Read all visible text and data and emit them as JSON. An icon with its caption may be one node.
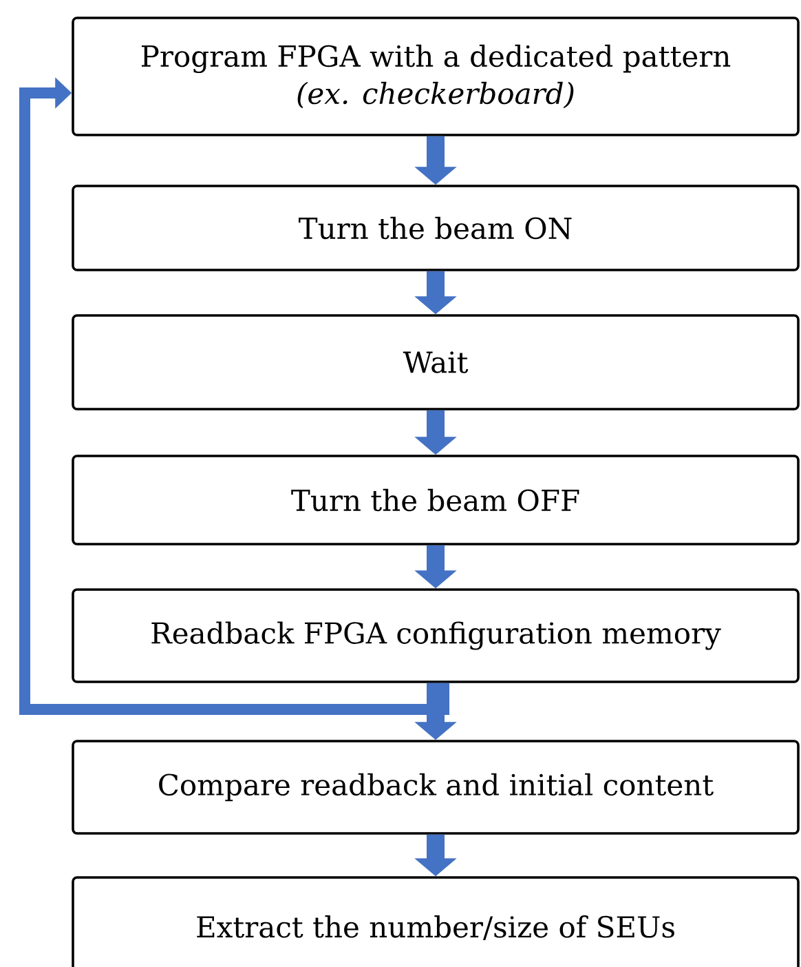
{
  "diagram": {
    "nodes": [
      {
        "text": [
          "Program FPGA with a dedicated pattern",
          "(ex. checkerboard)"
        ]
      },
      {
        "text": [
          "Turn the beam ON"
        ]
      },
      {
        "text": [
          "Wait"
        ]
      },
      {
        "text": [
          "Turn the beam OFF"
        ]
      },
      {
        "text": [
          "Readback FPGA configuration memory"
        ]
      },
      {
        "text": [
          "Compare readback and initial content"
        ]
      },
      {
        "text": [
          "Extract the number/size of SEUs"
        ]
      }
    ],
    "edges": [
      {
        "from": 0,
        "to": 1,
        "arrow": "to"
      },
      {
        "from": 1,
        "to": 2,
        "arrow": "to"
      },
      {
        "from": 2,
        "to": 3,
        "arrow": "to"
      },
      {
        "from": 3,
        "to": 4,
        "arrow": "to"
      },
      {
        "from": 4,
        "to": 5,
        "arrow": "to"
      },
      {
        "from": 5,
        "to": 6,
        "arrow": "to"
      },
      {
        "from": 4,
        "to": 0,
        "arrow": "to"
      }
    ]
  }
}
